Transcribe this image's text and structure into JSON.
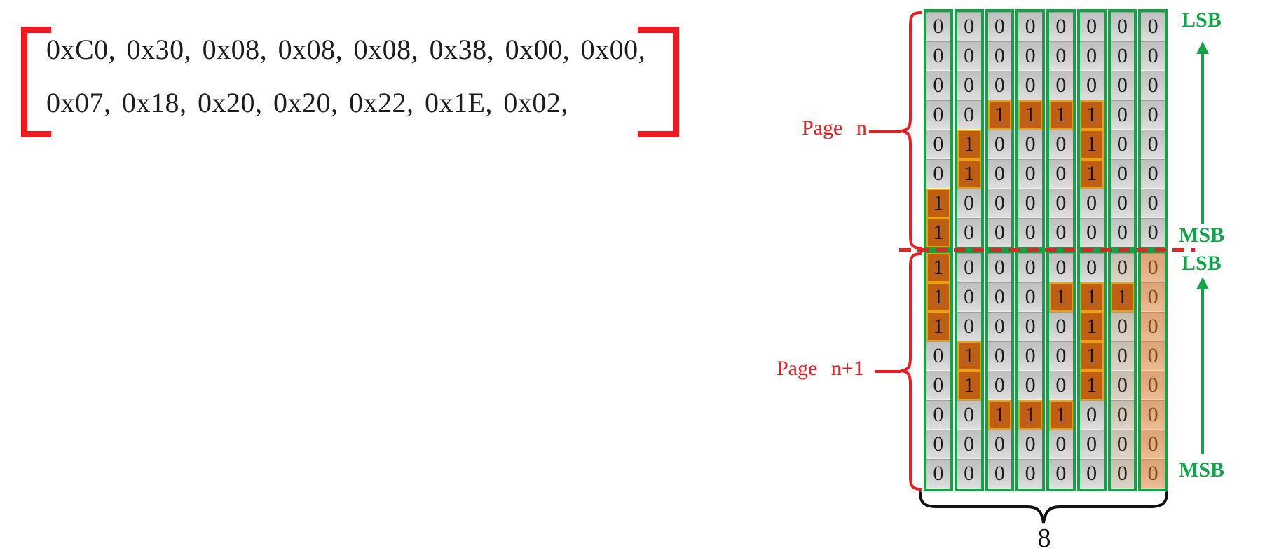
{
  "hex_array": {
    "line1": "0xC0, 0x30, 0x08, 0x08, 0x08, 0x38, 0x00, 0x00,",
    "line2": "0x07, 0x18, 0x20, 0x20, 0x22, 0x1E, 0x02,"
  },
  "labels": {
    "page_n": "Page n",
    "page_n_plus_1": "Page n+1",
    "lsb": "LSB",
    "msb": "MSB",
    "byte_width": "8"
  },
  "colors": {
    "border_green": "#10a445",
    "label_green": "#12a548",
    "red": "#ea1c22",
    "bit_one_orange": "#c05f14",
    "bit_one_outline_yellow": "#f0aa0a",
    "cell_gray": "#cecece",
    "missing_byte_tan": "#e3af83",
    "partial_byte_beige": "#d3c9bc"
  },
  "grid": {
    "cell_values": {
      "zero": "0",
      "one": "1"
    },
    "columns_per_page": 8,
    "bits_per_column": 8,
    "pages": [
      {
        "label": "Page n",
        "columns": [
          {
            "bits": [
              0,
              0,
              0,
              0,
              0,
              0,
              1,
              1
            ],
            "style": "normal"
          },
          {
            "bits": [
              0,
              0,
              0,
              0,
              1,
              1,
              0,
              0
            ],
            "style": "normal"
          },
          {
            "bits": [
              0,
              0,
              0,
              1,
              0,
              0,
              0,
              0
            ],
            "style": "normal"
          },
          {
            "bits": [
              0,
              0,
              0,
              1,
              0,
              0,
              0,
              0
            ],
            "style": "normal"
          },
          {
            "bits": [
              0,
              0,
              0,
              1,
              0,
              0,
              0,
              0
            ],
            "style": "normal"
          },
          {
            "bits": [
              0,
              0,
              0,
              1,
              1,
              1,
              0,
              0
            ],
            "style": "normal"
          },
          {
            "bits": [
              0,
              0,
              0,
              0,
              0,
              0,
              0,
              0
            ],
            "style": "normal"
          },
          {
            "bits": [
              0,
              0,
              0,
              0,
              0,
              0,
              0,
              0
            ],
            "style": "normal"
          }
        ]
      },
      {
        "label": "Page n+1",
        "columns": [
          {
            "bits": [
              1,
              1,
              1,
              0,
              0,
              0,
              0,
              0
            ],
            "style": "normal"
          },
          {
            "bits": [
              0,
              0,
              0,
              1,
              1,
              0,
              0,
              0
            ],
            "style": "normal"
          },
          {
            "bits": [
              0,
              0,
              0,
              0,
              0,
              1,
              0,
              0
            ],
            "style": "normal"
          },
          {
            "bits": [
              0,
              0,
              0,
              0,
              0,
              1,
              0,
              0
            ],
            "style": "normal"
          },
          {
            "bits": [
              0,
              1,
              0,
              0,
              0,
              1,
              0,
              0
            ],
            "style": "normal"
          },
          {
            "bits": [
              0,
              1,
              1,
              1,
              1,
              0,
              0,
              0
            ],
            "style": "normal"
          },
          {
            "bits": [
              0,
              1,
              0,
              0,
              0,
              0,
              0,
              0
            ],
            "style": "beige"
          },
          {
            "bits": [
              0,
              0,
              0,
              0,
              0,
              0,
              0,
              0
            ],
            "style": "tan"
          }
        ]
      }
    ]
  }
}
